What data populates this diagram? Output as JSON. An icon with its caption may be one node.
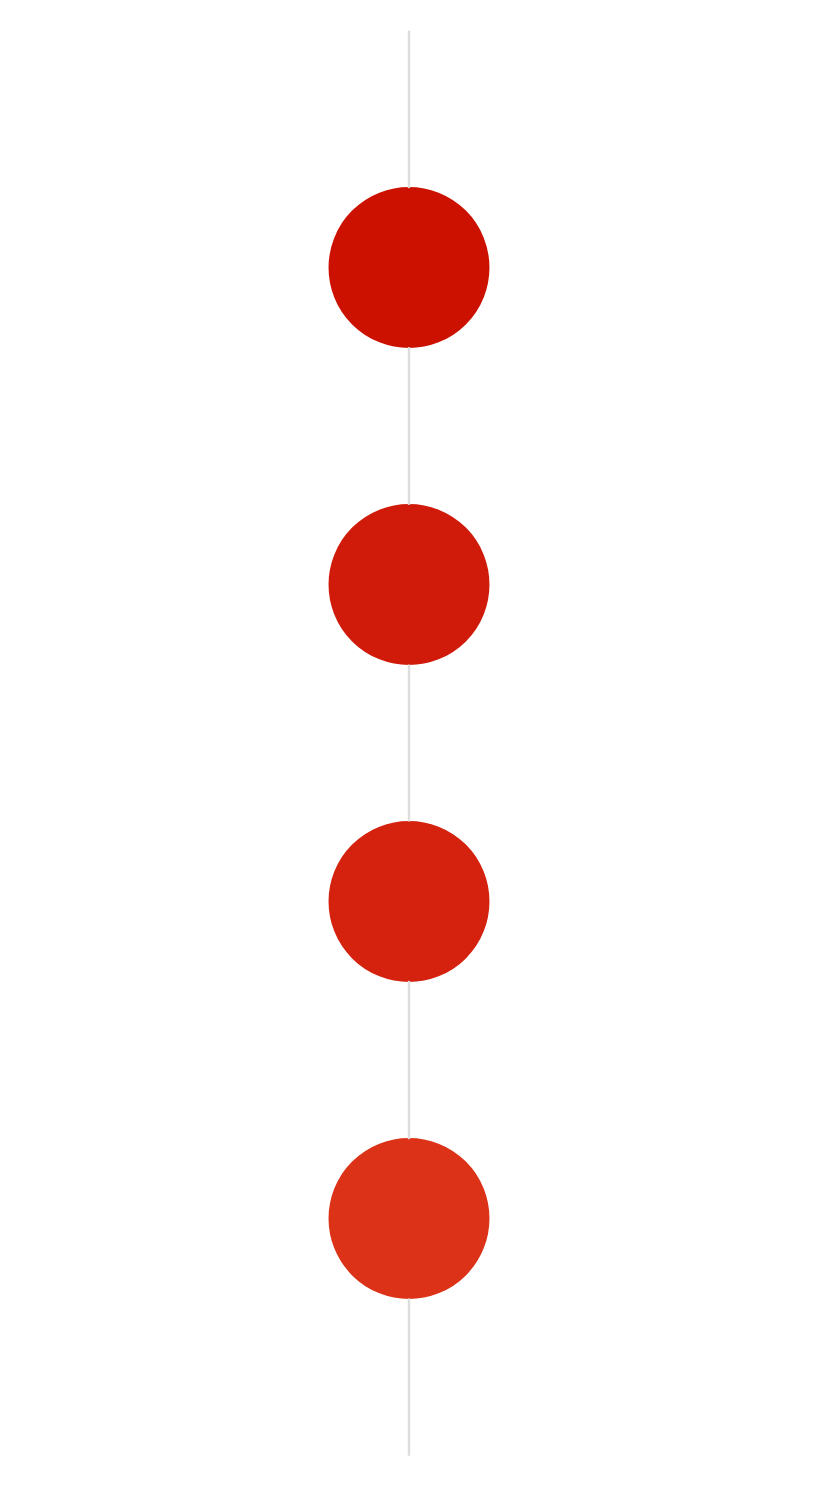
{
  "diagram": {
    "nodes": [
      {
        "text": [],
        "shape": "circle"
      },
      {
        "text": [],
        "shape": "circle"
      },
      {
        "text": [],
        "shape": "circle"
      },
      {
        "text": [],
        "shape": "circle"
      }
    ],
    "edges": [
      {
        "from": null,
        "to": 0,
        "arrow": "none"
      },
      {
        "from": 0,
        "to": 1,
        "arrow": "none"
      },
      {
        "from": 1,
        "to": 2,
        "arrow": "none"
      },
      {
        "from": 2,
        "to": 3,
        "arrow": "none"
      },
      {
        "from": 3,
        "to": null,
        "arrow": "none"
      }
    ]
  }
}
